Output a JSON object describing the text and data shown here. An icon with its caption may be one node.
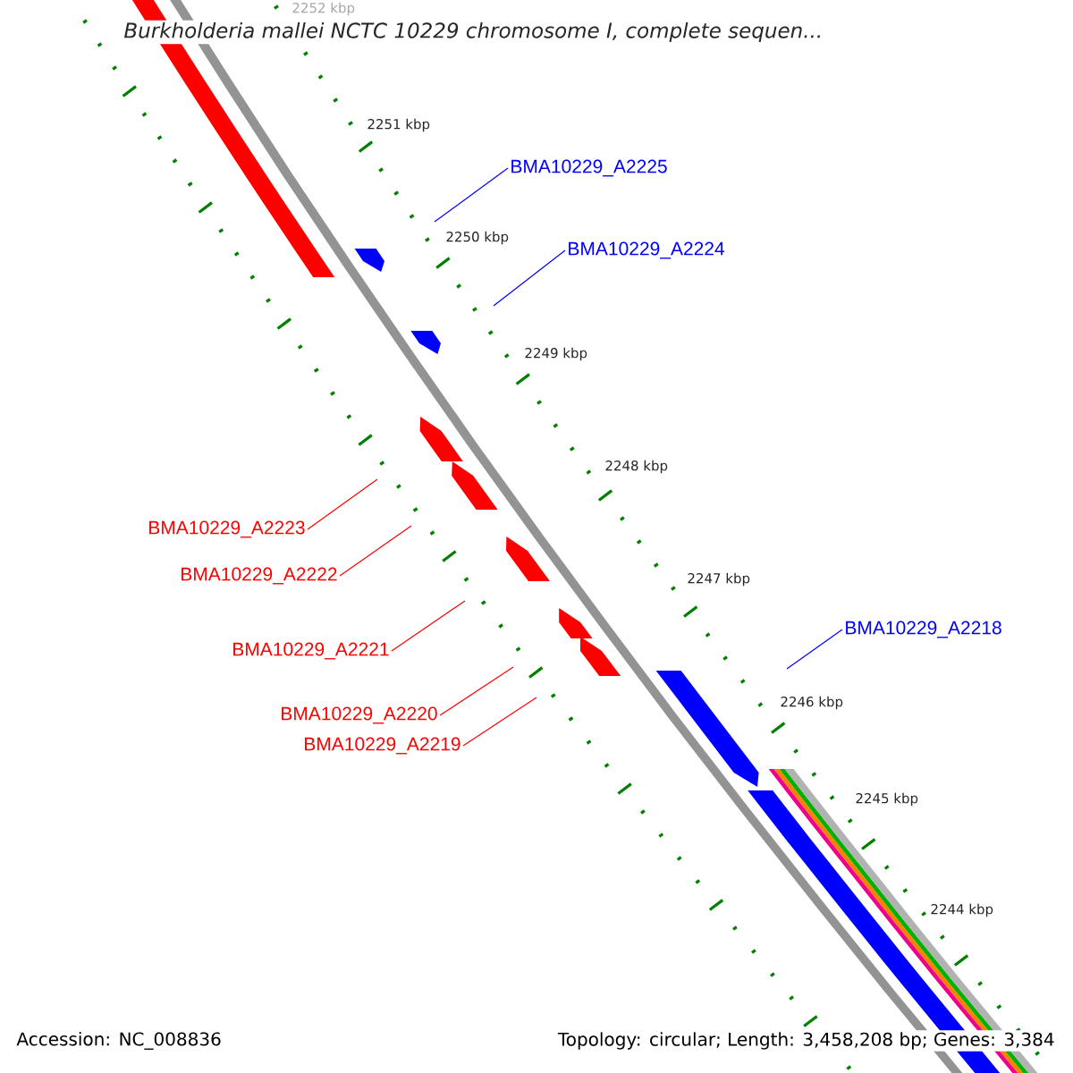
{
  "diagram": {
    "title": "Burkholderia mallei NCTC 10229 chromosome I, complete sequen...",
    "nodes": [
      {
        "text": [
          "BMA10229_A2225"
        ]
      },
      {
        "text": [
          "BMA10229_A2224"
        ]
      },
      {
        "text": [
          "BMA10229_A2223"
        ]
      },
      {
        "text": [
          "BMA10229_A2222"
        ]
      },
      {
        "text": [
          "BMA10229_A2221"
        ]
      },
      {
        "text": [
          "BMA10229_A2220"
        ]
      },
      {
        "text": [
          "BMA10229_A2219"
        ]
      },
      {
        "text": [
          "BMA10229_A2218"
        ]
      }
    ],
    "edges": [
      {
        "from": 0,
        "to": null,
        "arrow": "none",
        "color": "#0000ff"
      },
      {
        "from": 1,
        "to": null,
        "arrow": "none",
        "color": "#0000ff"
      },
      {
        "from": 2,
        "to": null,
        "arrow": "none"
      },
      {
        "from": 3,
        "to": null,
        "arrow": "none"
      },
      {
        "from": 4,
        "to": null,
        "arrow": "none"
      },
      {
        "from": 5,
        "to": null,
        "arrow": "none"
      },
      {
        "from": 6,
        "to": null,
        "arrow": "none"
      },
      {
        "from": 7,
        "to": null,
        "arrow": "none",
        "color": "#0000ff"
      }
    ],
    "labels": [
      "2252 kbp",
      "2251 kbp",
      "2250 kbp",
      "2249 kbp",
      "2248 kbp",
      "2247 kbp",
      "2246 kbp",
      "2245 kbp",
      "2244 kbp",
      "Accession: NC_008836",
      "Topology: circular; Length: 3,458,208 bp; Genes: 3,384"
    ]
  }
}
